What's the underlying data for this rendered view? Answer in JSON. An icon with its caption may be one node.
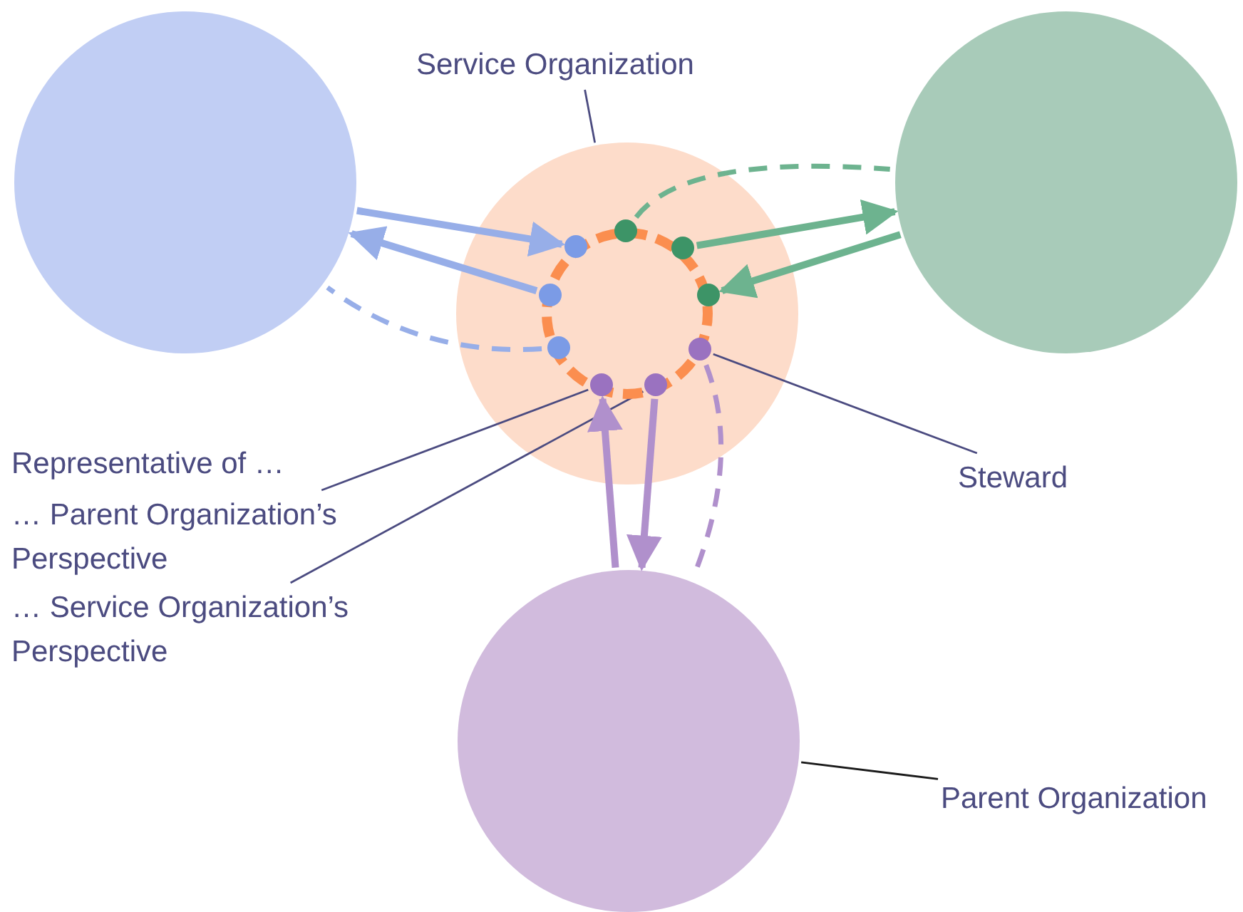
{
  "diagram": {
    "nodes": [
      {
        "text": [
          "Service Organization"
        ]
      },
      {
        "text": [],
        "shape": "circle"
      },
      {
        "text": [],
        "shape": "circle"
      },
      {
        "text": [],
        "shape": "circle"
      },
      {
        "text": [],
        "shape": "circle",
        "in": 3
      },
      {
        "text": [],
        "shape": "circle",
        "in": 3
      },
      {
        "text": [],
        "shape": "circle",
        "in": 3
      },
      {
        "text": [],
        "shape": "circle",
        "in": 3
      },
      {
        "text": [],
        "shape": "circle",
        "in": 3
      },
      {
        "text": [],
        "shape": "circle",
        "in": 3
      },
      {
        "text": [],
        "shape": "circle",
        "in": 3
      },
      {
        "text": [],
        "shape": "circle",
        "in": 3
      },
      {
        "text": [],
        "shape": "circle",
        "in": 3
      },
      {
        "text": [
          "Steward"
        ]
      },
      {
        "text": [
          "… Parent Organization’s Perspective"
        ]
      },
      {
        "text": [
          "… Service Organization’s Perspective"
        ]
      },
      {
        "text": [],
        "shape": "circle"
      },
      {
        "text": [
          "Parent Organization"
        ]
      }
    ],
    "edges": [
      {
        "from": 0,
        "to": 3,
        "arrow": "none",
        "color": "#4b4b80"
      },
      {
        "from": 1,
        "to": 5,
        "arrow": "to",
        "color": "#97aee8"
      },
      {
        "from": 7,
        "to": 1,
        "arrow": "to",
        "color": "#97aee8"
      },
      {
        "from": 9,
        "to": 1,
        "arrow": "none",
        "style": "dashed",
        "color": "#97aee8"
      },
      {
        "from": 4,
        "to": 2,
        "arrow": "none",
        "style": "dashed",
        "color": "#6db38f"
      },
      {
        "from": 6,
        "to": 2,
        "arrow": "to",
        "color": "#6db38f"
      },
      {
        "from": 2,
        "to": 8,
        "arrow": "to",
        "color": "#6db38f"
      },
      {
        "from": 14,
        "to": 11,
        "arrow": "none",
        "color": "#4b4b80"
      },
      {
        "from": 15,
        "to": 12,
        "arrow": "none",
        "color": "#4b4b80"
      },
      {
        "from": 13,
        "to": 10,
        "arrow": "none",
        "color": "#4b4b80"
      },
      {
        "from": 16,
        "to": 11,
        "arrow": "to",
        "color": "#b090cc"
      },
      {
        "from": 12,
        "to": 16,
        "arrow": "to",
        "color": "#b090cc"
      },
      {
        "from": 10,
        "to": 16,
        "arrow": "none",
        "style": "dashed",
        "color": "#b090cc"
      },
      {
        "from": 17,
        "to": 16,
        "arrow": "none",
        "color": "#1a1a1a"
      }
    ],
    "labels": [
      "Representative of …"
    ]
  }
}
